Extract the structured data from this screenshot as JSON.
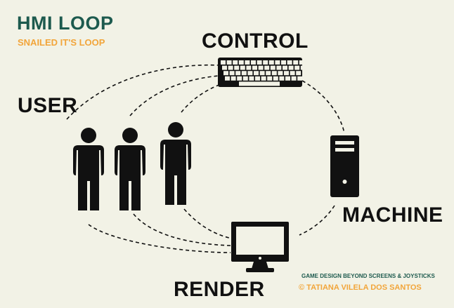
{
  "header": {
    "title": "HMI LOOP",
    "subtitle": "SNAILED IT'S LOOP"
  },
  "nodes": {
    "control": "CONTROL",
    "user": "USER",
    "machine": "MACHINE",
    "render": "RENDER"
  },
  "icons": {
    "control": "keyboard-icon",
    "user": "person-icon",
    "machine": "computer-tower-icon",
    "render": "monitor-icon"
  },
  "credits": {
    "line1": "GAME DESIGN BEYOND SCREENS & JOYSTICKS",
    "line2": "© TATIANA VILELA DOS SANTOS"
  },
  "colors": {
    "background": "#f2f2e6",
    "title": "#1d5a4e",
    "accent": "#f2a53a",
    "ink": "#111111"
  }
}
